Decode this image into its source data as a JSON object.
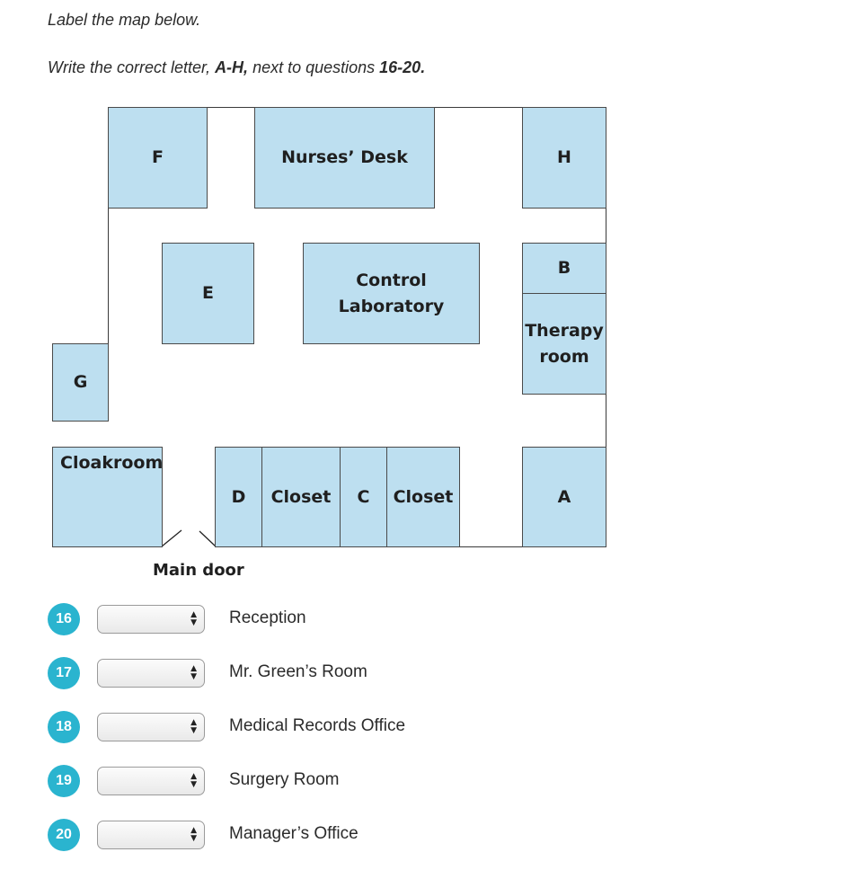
{
  "instructions": {
    "line1": "Label the map below.",
    "line2_pre": "Write the correct letter, ",
    "line2_bold1": "A-H,",
    "line2_mid": " next to questions ",
    "line2_bold2": "16-20."
  },
  "map": {
    "rooms": {
      "F": "F",
      "nurses_desk": "Nurses’ Desk",
      "H": "H",
      "E": "E",
      "control_lab_line1": "Control",
      "control_lab_line2": "Laboratory",
      "B": "B",
      "therapy_line1": "Therapy",
      "therapy_line2": "room",
      "G": "G",
      "cloakroom": "Cloakroom",
      "D": "D",
      "closet1": "Closet",
      "C": "C",
      "closet2": "Closet",
      "A": "A"
    },
    "main_door": "Main door"
  },
  "questions": [
    {
      "number": "16",
      "selected": "",
      "text": "Reception"
    },
    {
      "number": "17",
      "selected": "",
      "text": "Mr. Green’s Room"
    },
    {
      "number": "18",
      "selected": "",
      "text": "Medical Records Office"
    },
    {
      "number": "19",
      "selected": "",
      "text": "Surgery Room"
    },
    {
      "number": "20",
      "selected": "",
      "text": "Manager’s Office"
    }
  ],
  "colors": {
    "room_fill": "#bddff0",
    "badge": "#2ab4cf"
  }
}
